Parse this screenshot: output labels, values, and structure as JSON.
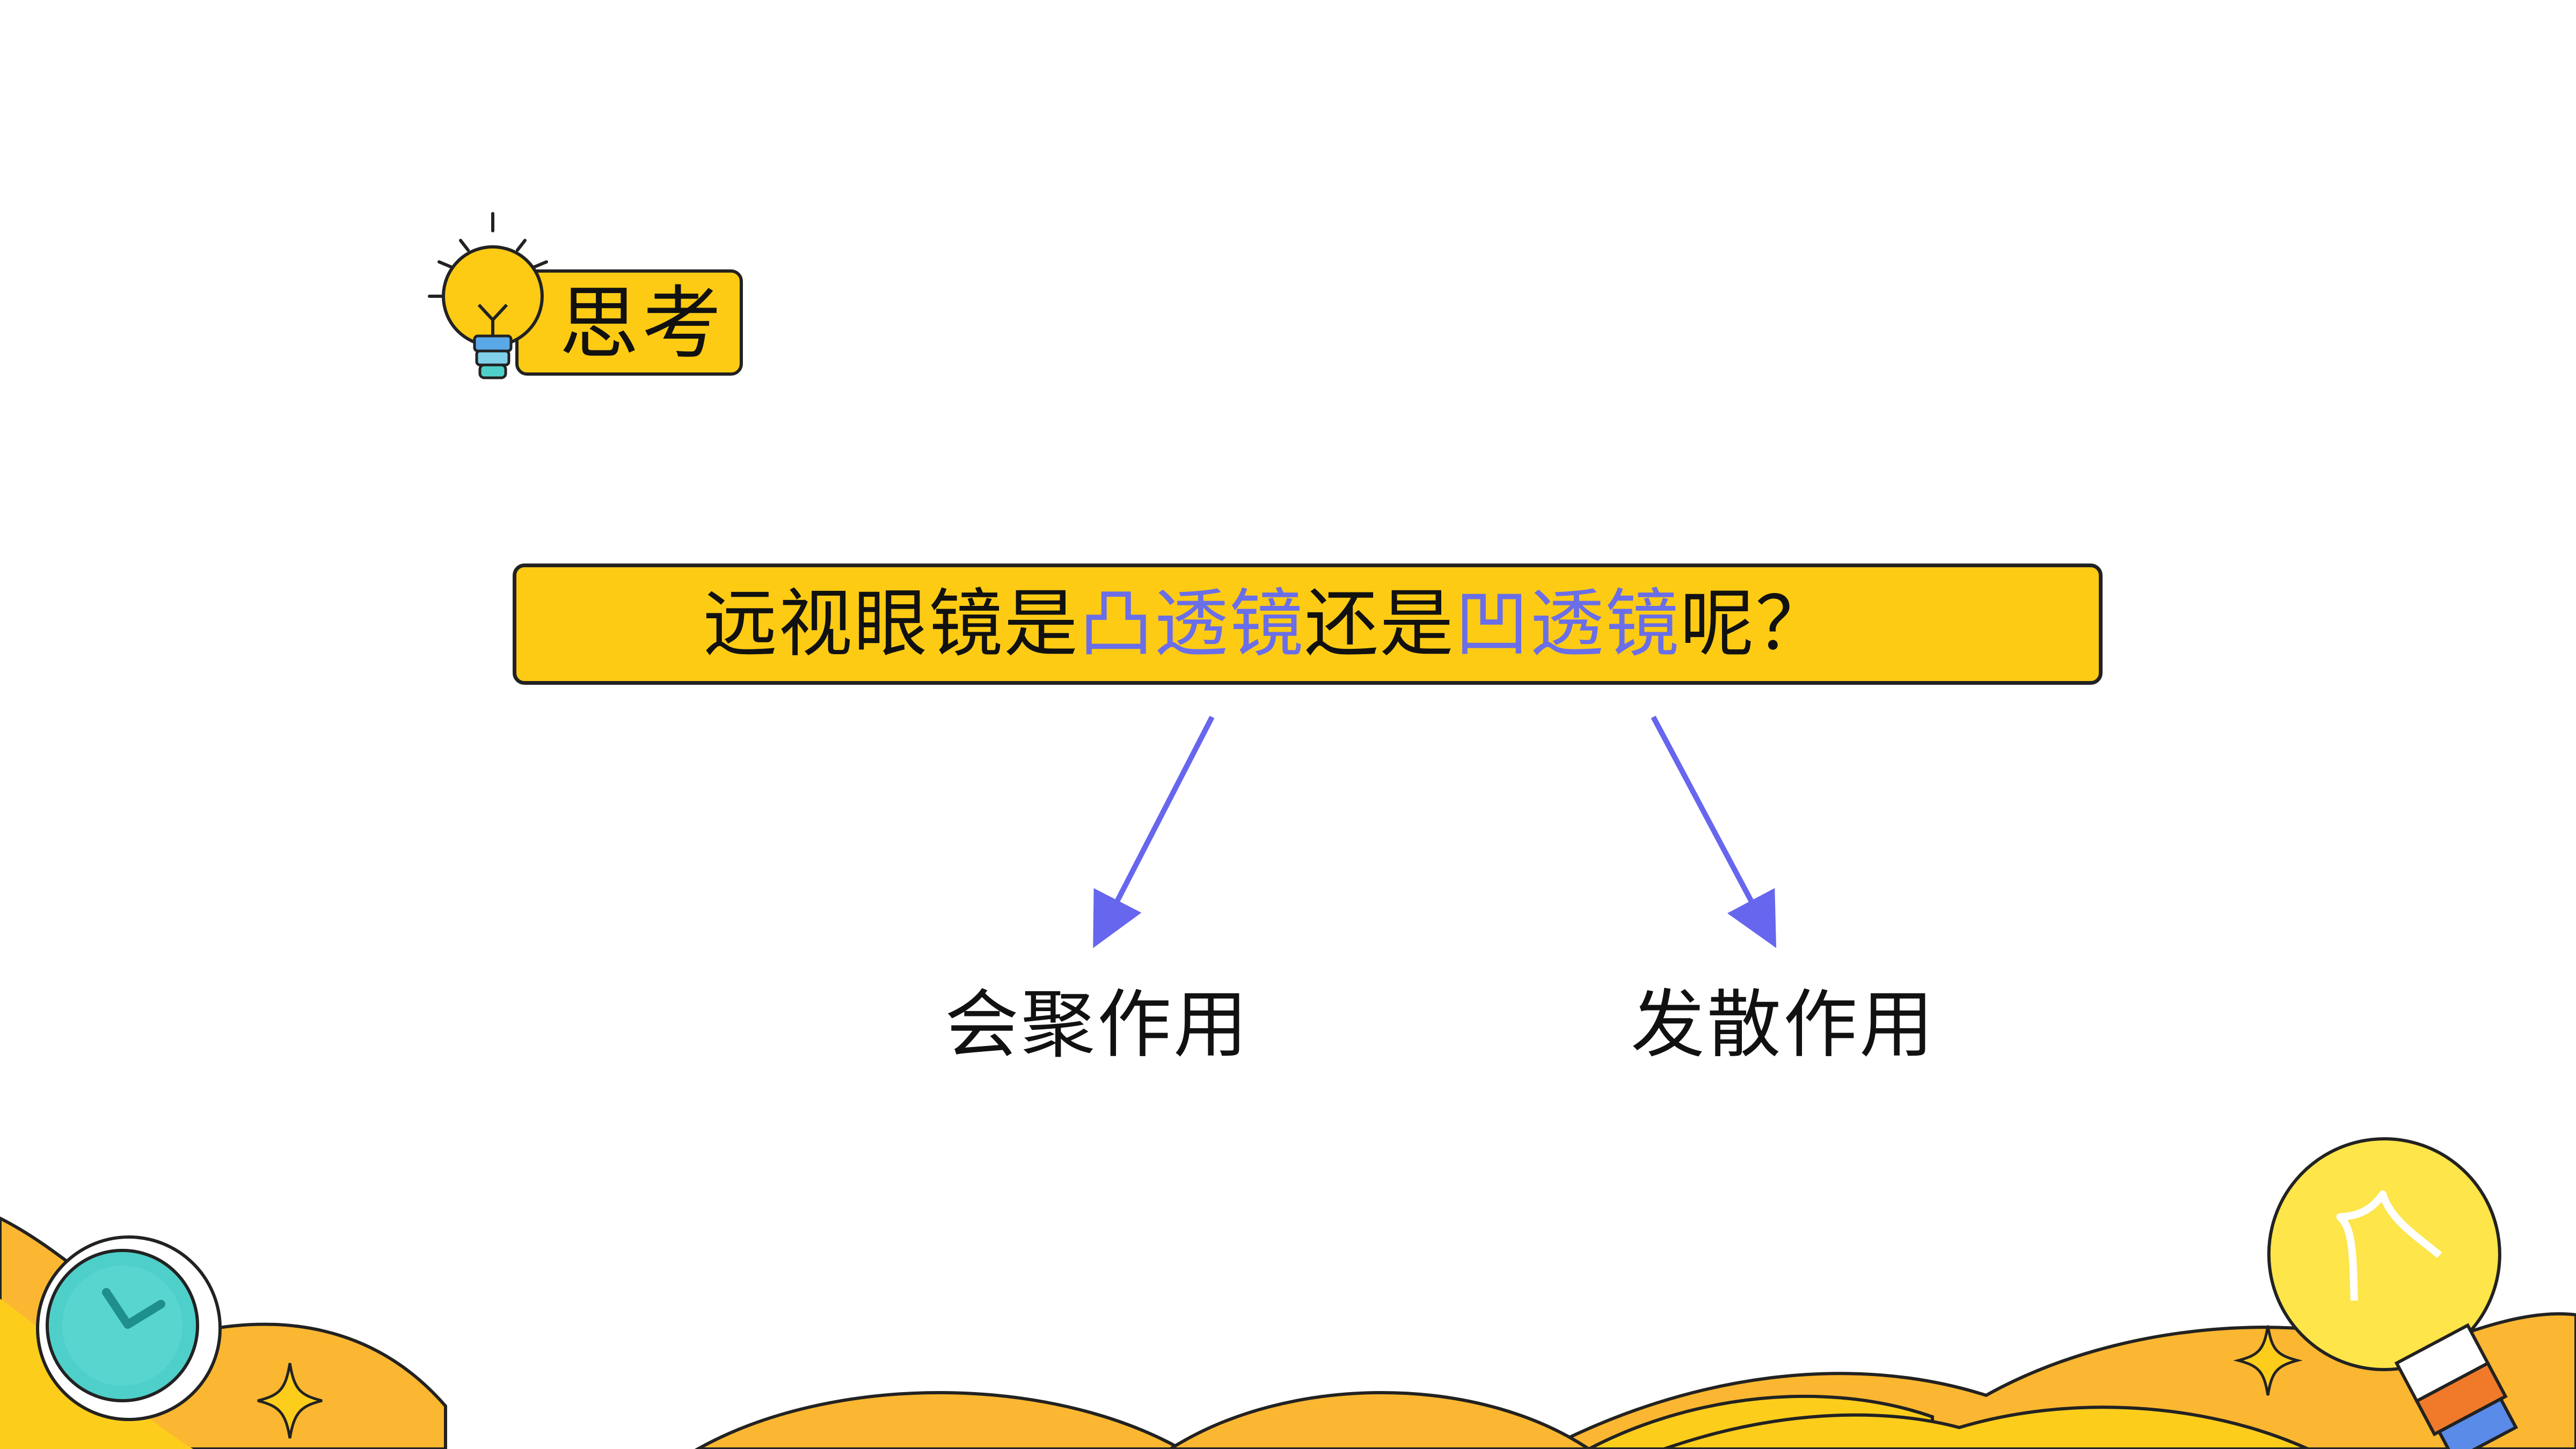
{
  "header": {
    "badge_label": "思考"
  },
  "question": {
    "part1": "远视眼镜是",
    "highlight1": "凸透镜",
    "part2": "还是",
    "highlight2": "凹透镜",
    "part3": "呢？"
  },
  "answers": {
    "left": "会聚作用",
    "right": "发散作用"
  },
  "colors": {
    "accent_yellow": "#fdcb14",
    "highlight_text": "#6a6ee8",
    "arrow": "#6666ee",
    "wave_orange": "#fbb731",
    "wave_yellow": "#fdcd1c",
    "clock_teal": "#4fcfc9"
  },
  "icons": [
    "lightbulb-icon",
    "clock-icon",
    "sparkle-icon",
    "lightbulb-decoration"
  ]
}
